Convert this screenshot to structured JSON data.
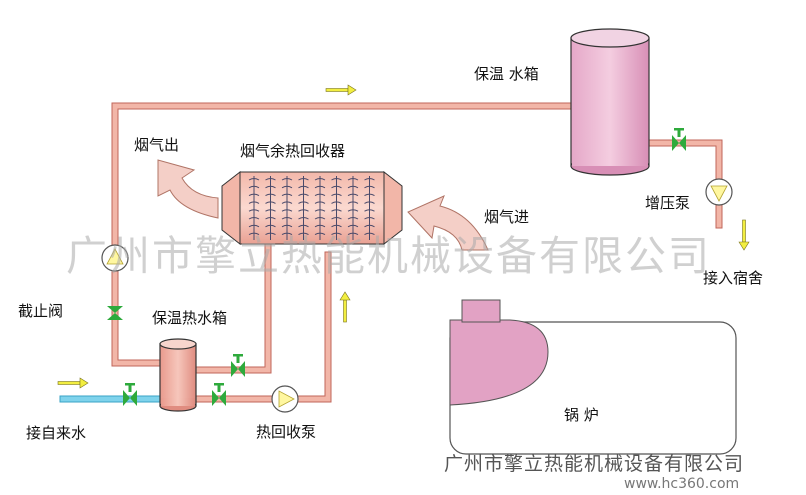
{
  "labels": {
    "insulated_tank_top": "保温 水箱",
    "flue_out": "烟气出",
    "recovery_unit": "烟气余热回收器",
    "booster_pump": "增压泵",
    "flue_in": "烟气进",
    "to_dormitory": "接入宿舍",
    "stop_valve": "截止阀",
    "hot_water_tank": "保温热水箱",
    "tap_water_in": "接自来水",
    "heat_recovery_pump": "热回收泵",
    "boiler": "锅 炉"
  },
  "watermark": {
    "text": "广州市擎立热能机械设备有限公司",
    "footer_text": "广州市擎立热能机械设备有限公司",
    "url": "www.hc360.com"
  },
  "colors": {
    "pipe_fill": "#f2b6a8",
    "pipe_stroke": "#c0665a",
    "tank_fill": "#e2a2c4",
    "valve": "#2eaa3c",
    "pump_fill": "#fff7a0",
    "arrow_yellow": "#f2ee40",
    "flue_arrow": "#f4cfc7",
    "cold_pipe": "#7fd3ec"
  }
}
